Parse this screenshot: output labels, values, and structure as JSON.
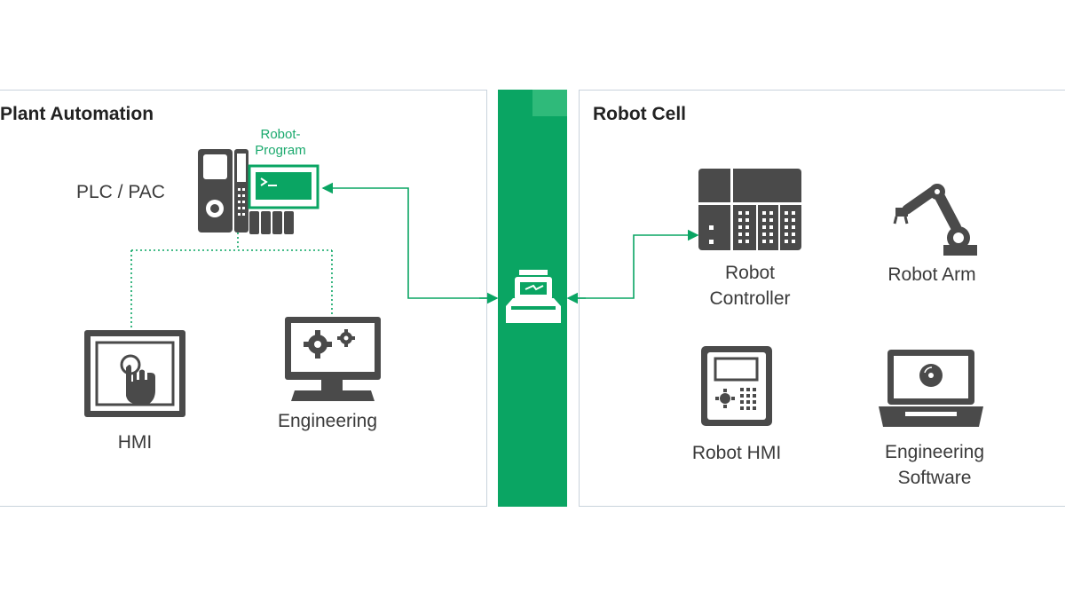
{
  "left_panel": {
    "title": "Plant Automation",
    "plc_label": "PLC / PAC",
    "robot_program_label_line1": "Robot-",
    "robot_program_label_line2": "Program",
    "hmi_label": "HMI",
    "engineering_label": "Engineering"
  },
  "right_panel": {
    "title": "Robot Cell",
    "robot_controller_line1": "Robot",
    "robot_controller_line2": "Controller",
    "robot_arm_label": "Robot Arm",
    "robot_hmi_label": "Robot HMI",
    "engineering_software_line1": "Engineering",
    "engineering_software_line2": "Software"
  },
  "colors": {
    "accent_green": "#0aa563",
    "icon_gray": "#4a4a4a",
    "panel_border": "#c9d3dc"
  },
  "icons": [
    "plc-icon",
    "robot-program-icon",
    "touch-screen-icon",
    "engineering-monitor-icon",
    "gateway-icon",
    "robot-controller-icon",
    "robot-arm-icon",
    "teach-pendant-icon",
    "laptop-disc-icon"
  ]
}
